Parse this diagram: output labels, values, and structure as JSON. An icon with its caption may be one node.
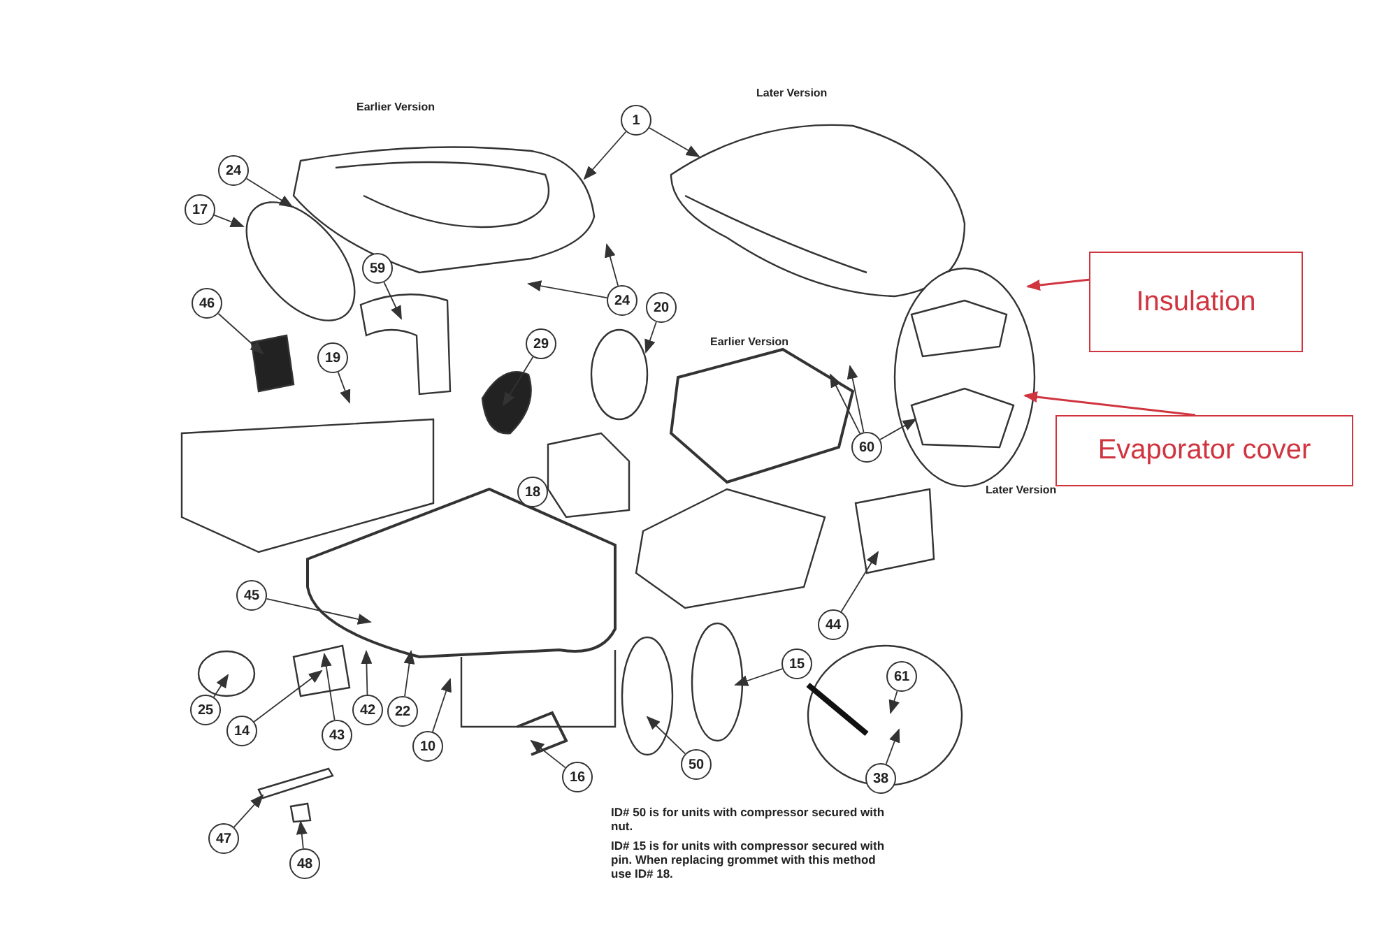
{
  "diagram": {
    "nodes": [
      {
        "text": [
          "1"
        ]
      },
      {
        "text": [
          "24"
        ]
      },
      {
        "text": [
          "17"
        ]
      },
      {
        "text": [
          "24"
        ]
      },
      {
        "text": [
          "20"
        ]
      },
      {
        "text": [
          "46"
        ]
      },
      {
        "text": [
          "59"
        ]
      },
      {
        "text": [
          "19"
        ]
      },
      {
        "text": [
          "29"
        ]
      },
      {
        "text": [
          "18"
        ]
      },
      {
        "text": [
          "60"
        ]
      },
      {
        "text": [
          "44"
        ]
      },
      {
        "text": [
          "45"
        ]
      },
      {
        "text": [
          "25"
        ]
      },
      {
        "text": [
          "14"
        ]
      },
      {
        "text": [
          "43"
        ]
      },
      {
        "text": [
          "42"
        ]
      },
      {
        "text": [
          "22"
        ]
      },
      {
        "text": [
          "10"
        ]
      },
      {
        "text": [
          "15"
        ]
      },
      {
        "text": [
          "16"
        ]
      },
      {
        "text": [
          "50"
        ]
      },
      {
        "text": [
          "61"
        ]
      },
      {
        "text": [
          "38"
        ]
      },
      {
        "text": [
          "47"
        ]
      },
      {
        "text": [
          "48"
        ]
      },
      {
        "text": [
          "Insulation"
        ]
      },
      {
        "text": [
          "Evaporator cover"
        ]
      }
    ],
    "edges": [
      {
        "from": 0,
        "to": null,
        "arrow": "to"
      },
      {
        "from": 0,
        "to": null,
        "arrow": "to"
      },
      {
        "from": 1,
        "to": null,
        "arrow": "to"
      },
      {
        "from": 2,
        "to": null,
        "arrow": "to"
      },
      {
        "from": 3,
        "to": null,
        "arrow": "to"
      },
      {
        "from": 3,
        "to": null,
        "arrow": "to"
      },
      {
        "from": 4,
        "to": null,
        "arrow": "to"
      },
      {
        "from": 5,
        "to": null,
        "arrow": "to"
      },
      {
        "from": 6,
        "to": null,
        "arrow": "to"
      },
      {
        "from": 7,
        "to": null,
        "arrow": "to"
      },
      {
        "from": 8,
        "to": null,
        "arrow": "to"
      },
      {
        "from": 10,
        "to": null,
        "arrow": "to"
      },
      {
        "from": 10,
        "to": null,
        "arrow": "to"
      },
      {
        "from": 10,
        "to": null,
        "arrow": "to"
      },
      {
        "from": 11,
        "to": null,
        "arrow": "to"
      },
      {
        "from": 12,
        "to": null,
        "arrow": "to"
      },
      {
        "from": 13,
        "to": null,
        "arrow": "to"
      },
      {
        "from": 14,
        "to": null,
        "arrow": "to"
      },
      {
        "from": 15,
        "to": null,
        "arrow": "to"
      },
      {
        "from": 16,
        "to": null,
        "arrow": "to"
      },
      {
        "from": 17,
        "to": null,
        "arrow": "to"
      },
      {
        "from": 18,
        "to": null,
        "arrow": "to"
      },
      {
        "from": 19,
        "to": null,
        "arrow": "to"
      },
      {
        "from": 20,
        "to": null,
        "arrow": "to"
      },
      {
        "from": 21,
        "to": null,
        "arrow": "to"
      },
      {
        "from": 22,
        "to": null,
        "arrow": "to"
      },
      {
        "from": 23,
        "to": null,
        "arrow": "to"
      },
      {
        "from": 24,
        "to": null,
        "arrow": "to"
      },
      {
        "from": 25,
        "to": null,
        "arrow": "to"
      },
      {
        "from": 26,
        "to": null,
        "arrow": "to",
        "color": "#d0343f"
      },
      {
        "from": 27,
        "to": null,
        "arrow": "to",
        "color": "#d0343f"
      }
    ],
    "labels": [
      "Earlier Version",
      "Later Version",
      "Earlier Version",
      "Later Version",
      "ID# 50 is for units with compressor secured with nut.",
      "ID# 15 is for units with compressor secured with pin. When replacing grommet with this method use ID# 18."
    ]
  }
}
